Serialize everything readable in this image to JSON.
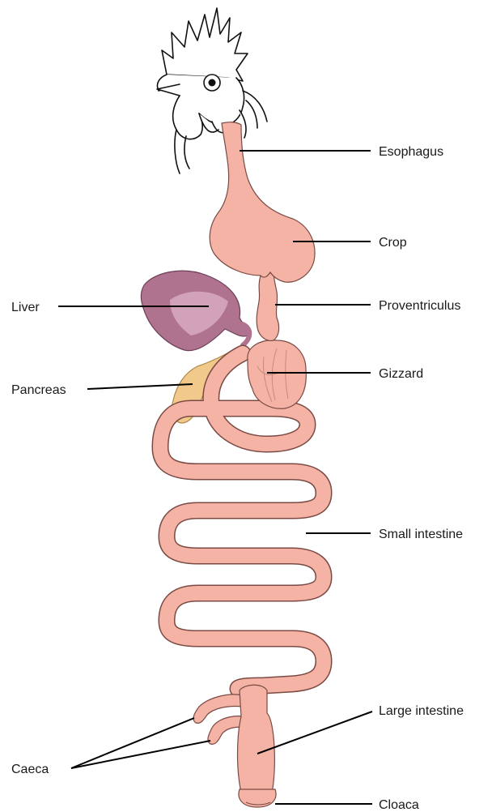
{
  "labels": {
    "esophagus": "Esophagus",
    "crop": "Crop",
    "proventriculus": "Proventriculus",
    "gizzard": "Gizzard",
    "small_intestine": "Small intestine",
    "large_intestine": "Large intestine",
    "cloaca": "Cloaca",
    "liver": "Liver",
    "pancreas": "Pancreas",
    "caeca": "Caeca"
  },
  "colors": {
    "gut": "#f4b3a4",
    "gut_outline": "#7a4a44",
    "liver": "#b0738f",
    "liver_light": "#d7aac2",
    "pancreas": "#f1c98a",
    "leader": "#000000"
  }
}
